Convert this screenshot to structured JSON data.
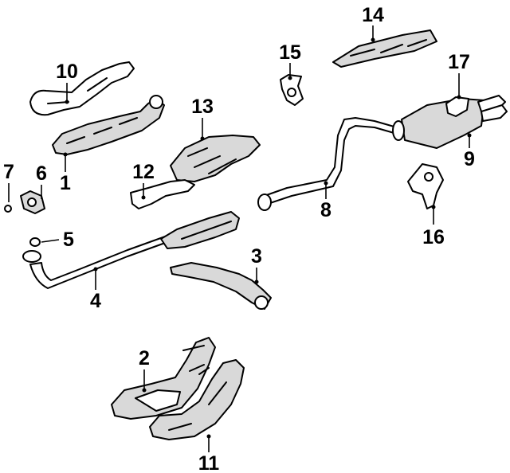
{
  "callouts": {
    "p1": "1",
    "p2": "2",
    "p3": "3",
    "p4": "4",
    "p5": "5",
    "p6": "6",
    "p7": "7",
    "p8": "8",
    "p9": "9",
    "p10": "10",
    "p11": "11",
    "p12": "12",
    "p13": "13",
    "p14": "14",
    "p15": "15",
    "p16": "16",
    "p17": "17"
  },
  "colors": {
    "ink": "#000000",
    "fill": "#ffffff",
    "shade": "#d9d9d9"
  }
}
